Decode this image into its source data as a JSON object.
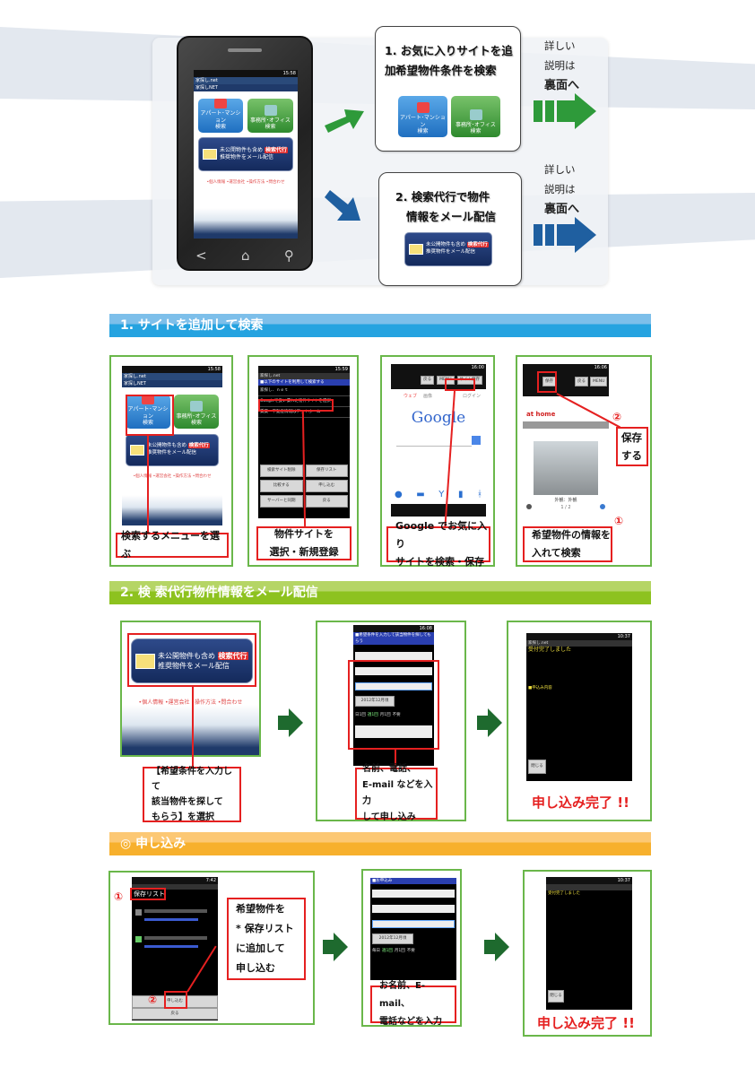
{
  "hero": {
    "phone": {
      "status_time": "15:58",
      "app_title": "家探し.net",
      "app_subtitle": "家探しNET",
      "apartment_button": [
        "アパート･マンション",
        "検索"
      ],
      "office_button": [
        "事務所･オフィス",
        "検索"
      ],
      "mail_button_line1": "未公開物件も含め",
      "mail_button_highlight": "検索代行",
      "mail_button_line2": "推奨物件をメール配信",
      "links": "•個人情報 •運営会社 •操作方法 •問合わせ",
      "nav_icons": [
        "back-icon",
        "home-icon",
        "search-icon"
      ]
    },
    "callout1": {
      "line1": "1. お気に入りサイトを追加",
      "line2": "希望物件条件を検索",
      "apartment_button": [
        "アパート･マンション",
        "検索"
      ],
      "office_button": [
        "事務所･オフィス",
        "検索"
      ]
    },
    "callout2": {
      "line1": "2. 検索代行で物件",
      "line2": "情報をメール配信",
      "mail_button_line1": "未公開物件も含め",
      "mail_button_highlight": "検索代行",
      "mail_button_line2": "推奨物件をメール配信"
    },
    "details1": {
      "line1": "詳しい",
      "line2": "説明は",
      "line3": "裏面へ"
    },
    "details2": {
      "line1": "詳しい",
      "line2": "説明は",
      "line3": "裏面へ"
    },
    "colors": {
      "green_arrow": "#2e9a3a",
      "blue_arrow": "#1f5fa0"
    }
  },
  "section1": {
    "title": "1. サイトを追加して検索",
    "color": "#25a3e0",
    "step1": {
      "caption": "検索するメニューを選ぶ",
      "screen_time": "15:58",
      "app_title": "家探し.net",
      "app_subtitle": "家探しNET"
    },
    "step2": {
      "caption_line1": "物件サイトを",
      "caption_line2": "選択・新規登録",
      "screen_time": "15:59",
      "app_title": "家探し.net",
      "header": "■以下のサイトを利用して検索する",
      "list": [
        "家探し．ｎｅｔ",
        "Googleで扱い慣れた物件サイトを選択",
        "賃貸・不動産情報はアットホーム"
      ],
      "buttons": [
        "検索サイト削除",
        "保存リスト",
        "比較する",
        "申し込む",
        "サーバーと同期",
        "戻る"
      ]
    },
    "step3": {
      "caption_line1": "Google でお気に入り",
      "caption_line2": "サイトを検索・保存",
      "screen_time": "16:00",
      "toolbar_buttons": [
        "戻る",
        "MENU",
        "サイト保存"
      ],
      "google_logo": "Google",
      "tabs": [
        "ウェブ",
        "画像"
      ],
      "login": "ログイン"
    },
    "step4": {
      "caption_line1": "希望物件の情報を",
      "caption_line2": "入れて検索",
      "side_label_line1": "保存",
      "side_label_line2": "する",
      "marker1": "①",
      "marker2": "②",
      "screen_time": "16:06",
      "toolbar_buttons": [
        "保存",
        "戻る",
        "MENU"
      ],
      "brand": "at home",
      "photo_caption": "外観：外観",
      "pager": "1 / 2"
    }
  },
  "section2": {
    "title": "2. 検 索代行物件情報をメール配信",
    "color": "#8dc21f",
    "step1": {
      "caption_line1": "【希望条件を入力して",
      "caption_line2": "該当物件を探して",
      "caption_line3": "もらう】を選択",
      "mail_button_line1": "未公開物件も含め",
      "mail_button_highlight": "検索代行",
      "mail_button_line2": "推奨物件をメール配信",
      "links": "•個人情報 •運営会社 •操作方法 •問合わせ"
    },
    "step2": {
      "caption_line1": "名前、電話、",
      "caption_line2": "E-mail などを入力",
      "caption_line3": "して申し込み",
      "screen_time": "16:08",
      "header": "■希望条件を入力して該当物件を探してもらう",
      "move_in": "2012年12月頃",
      "radio_options": [
        "日1回",
        "週1回",
        "月1回",
        "不要"
      ]
    },
    "step3": {
      "done_label": "申し込み完了 !!",
      "screen_time": "10:37",
      "app_title": "家探し.net",
      "heading": "受付完了しました",
      "summary_heading": "■申込み内容",
      "close_button": "閉じる"
    }
  },
  "section3": {
    "title": "◎ 申し込み",
    "color": "#f7b02d",
    "step1": {
      "caption_line1": "希望物件を",
      "caption_line2": "* 保存リスト",
      "caption_line3": "に追加して",
      "caption_line4": "申し込む",
      "marker1": "①",
      "marker2": "②",
      "screen_time": "7:42",
      "list_title": "保存リスト",
      "apply_button": "申し込む",
      "back_button": "戻る"
    },
    "step2": {
      "caption_line1": "お名前、E-mail、",
      "caption_line2": "電話などを入力",
      "header": "■お申込み",
      "move_in": "2012年12月頃",
      "radio_options": [
        "毎日",
        "週1回",
        "月1回",
        "不要"
      ]
    },
    "step3": {
      "done_label": "申し込み完了 !!",
      "screen_time": "10:37",
      "heading": "受付完了しました",
      "close_button": "閉じる"
    }
  }
}
